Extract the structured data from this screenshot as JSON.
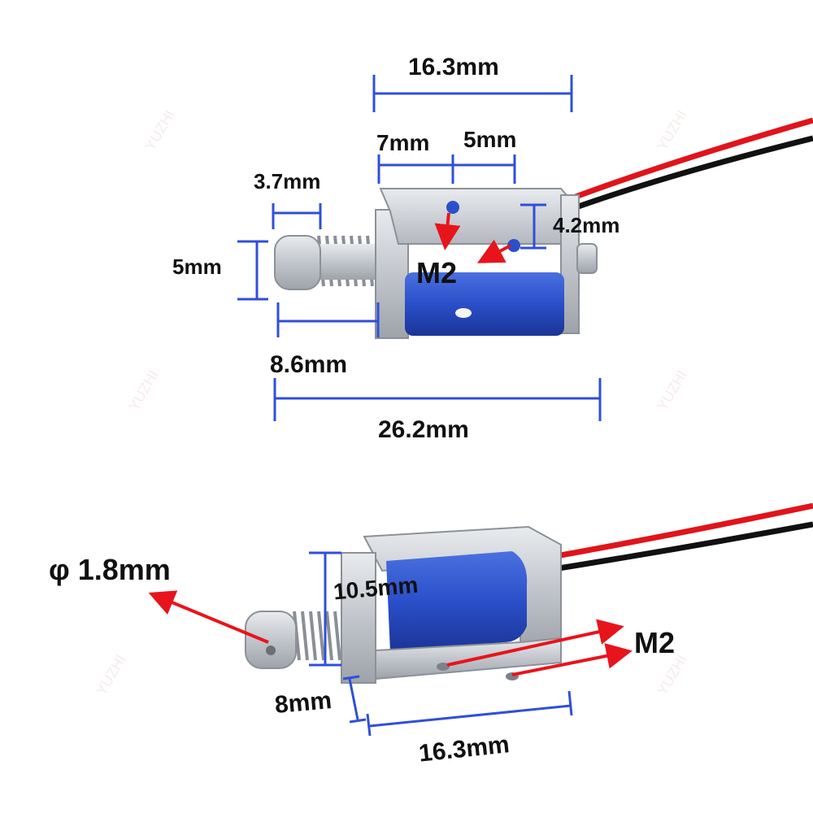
{
  "watermark": "YUZHI",
  "top_view": {
    "dim_overall_frame": "16.3mm",
    "dim_hole_offset": "7mm",
    "dim_hole_spacing": "5mm",
    "dim_plunger_tip": "3.7mm",
    "dim_plunger_dia": "5mm",
    "dim_hole_vertical": "4.2mm",
    "thread_label": "M2",
    "dim_plunger_length": "8.6mm",
    "dim_total_length": "26.2mm"
  },
  "bottom_view": {
    "dim_pin_hole": "φ 1.8mm",
    "dim_height": "10.5mm",
    "thread_label": "M2",
    "dim_width": "8mm",
    "dim_frame_length": "16.3mm"
  },
  "colors": {
    "dimension_line": "#2f4fd8",
    "arrow": "#e8141c",
    "coil": "#2a4fc9",
    "frame": "#c9ccd1",
    "wire_red": "#e0141a",
    "wire_black": "#111111"
  }
}
